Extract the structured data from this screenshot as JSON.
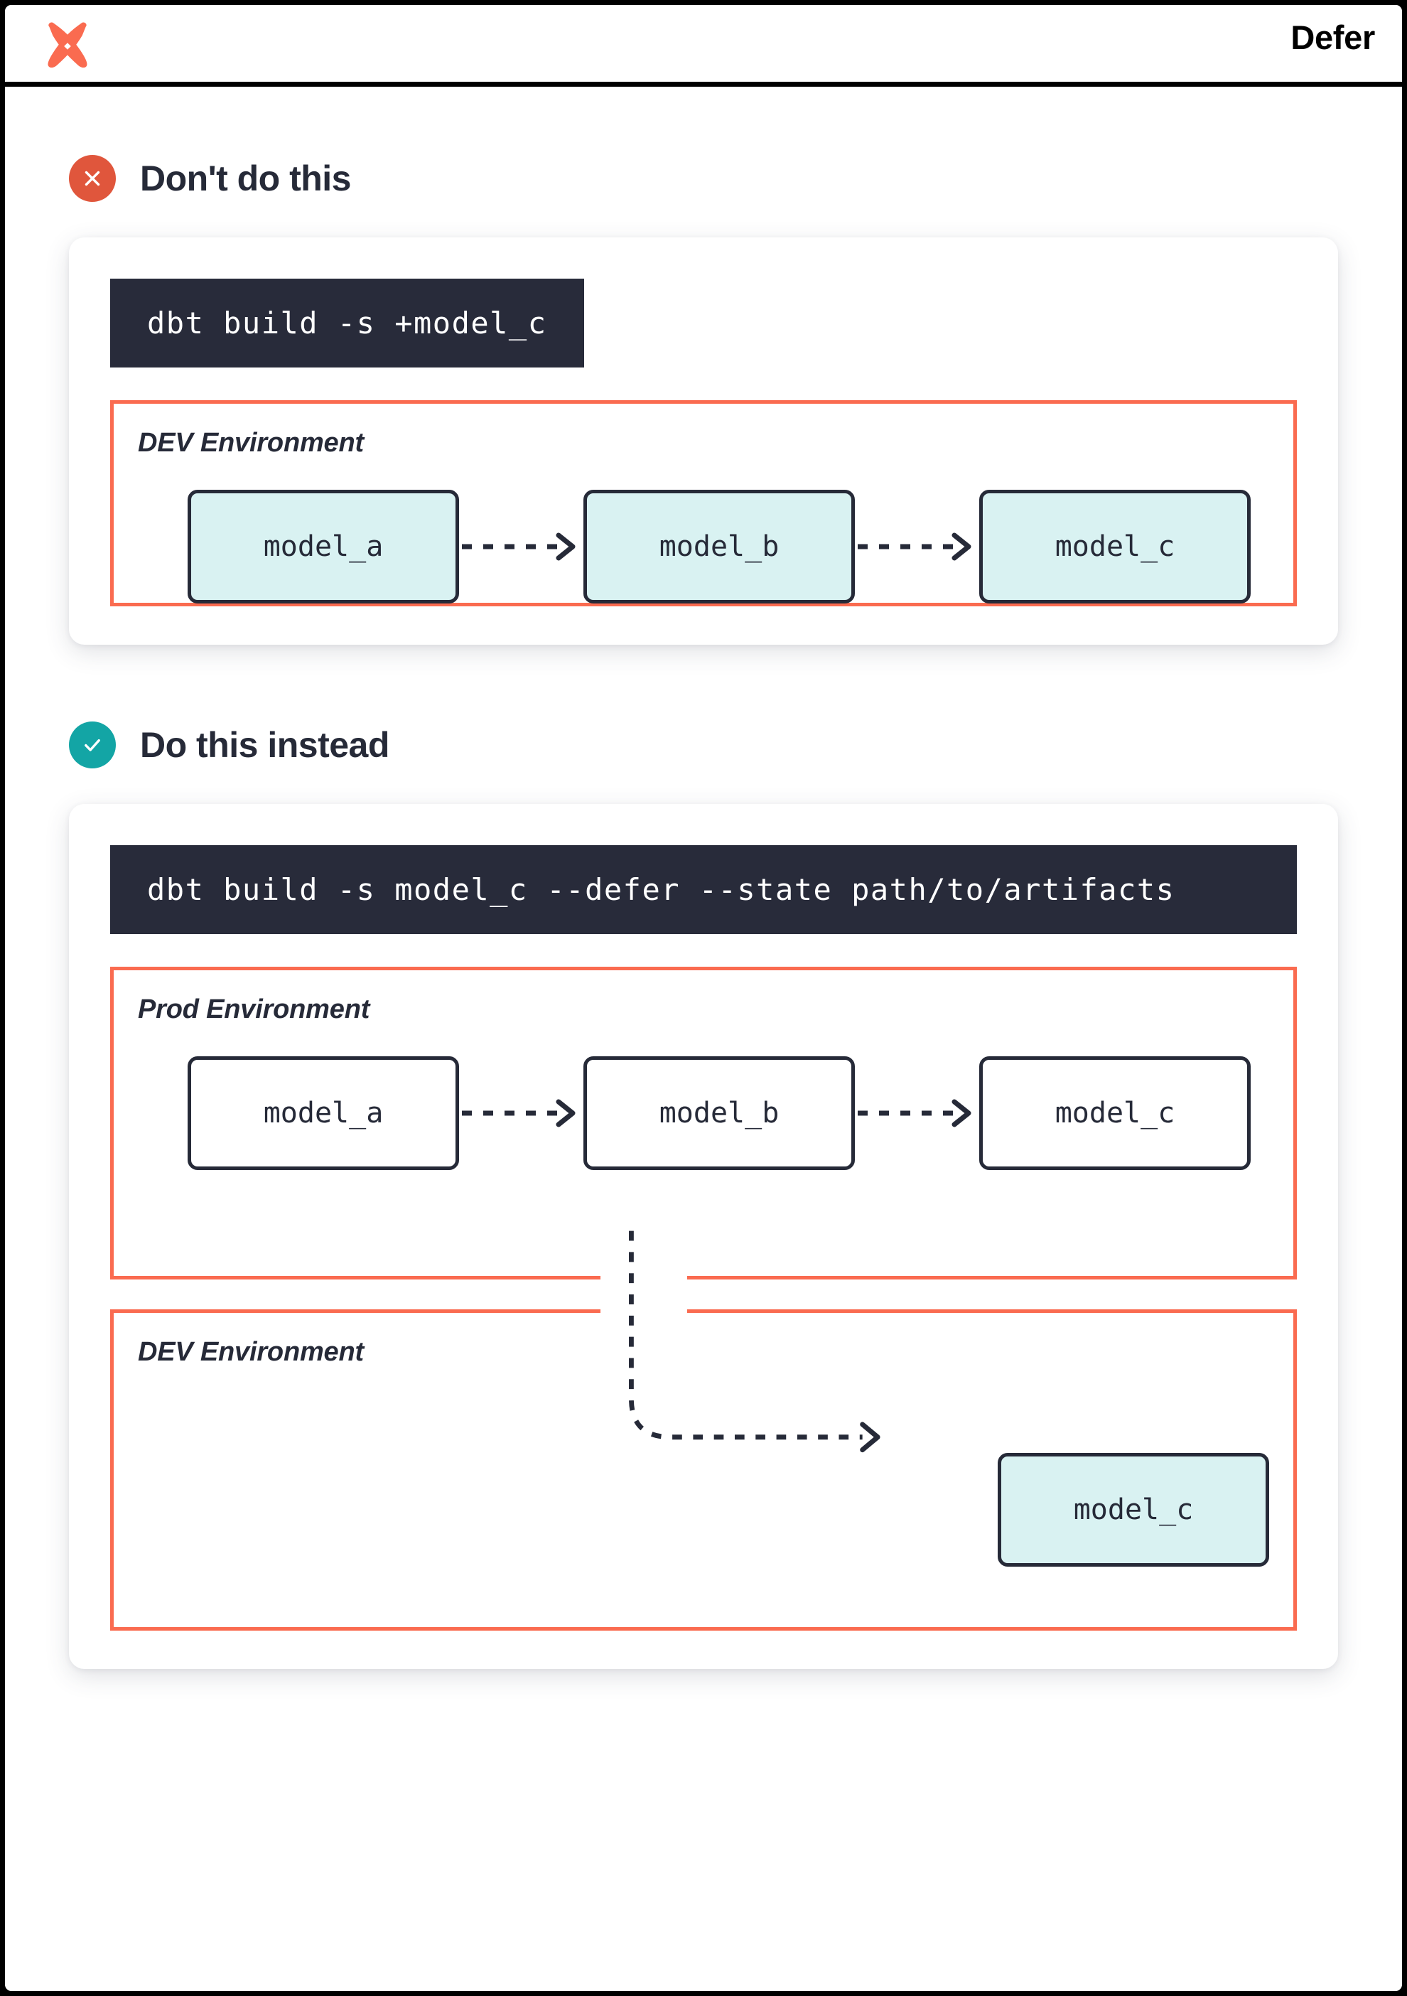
{
  "header": {
    "logo_icon": "dbt-logo-icon",
    "title": "Defer"
  },
  "theme": {
    "orange": "#FA6B50",
    "badge_bad": "#E0563C",
    "badge_good": "#13A5A5",
    "code_bg": "#282B3A",
    "node_border": "#262A38",
    "node_fill_teal": "#D9F2F2",
    "node_fill_white": "#FFFFFF",
    "text_dark": "#262A38"
  },
  "sections": [
    {
      "id": "dont",
      "badge_icon": "x-circle-icon",
      "badge_kind": "bad",
      "title": "Don't do this",
      "command": "dbt build -s +model_c",
      "environments": [
        {
          "id": "dev-bad",
          "label": "DEV Environment",
          "nodes": [
            {
              "label": "model_a",
              "fill": "teal"
            },
            {
              "label": "model_b",
              "fill": "teal"
            },
            {
              "label": "model_c",
              "fill": "teal"
            }
          ]
        }
      ]
    },
    {
      "id": "do",
      "badge_icon": "check-circle-icon",
      "badge_kind": "good",
      "title": "Do this instead",
      "command": "dbt build -s model_c --defer --state path/to/artifacts",
      "environments": [
        {
          "id": "prod",
          "label": "Prod Environment",
          "nodes": [
            {
              "label": "model_a",
              "fill": "white"
            },
            {
              "label": "model_b",
              "fill": "white"
            },
            {
              "label": "model_c",
              "fill": "white"
            }
          ]
        },
        {
          "id": "dev-good",
          "label": "DEV Environment",
          "nodes": [
            {
              "label": "model_c",
              "fill": "teal"
            }
          ]
        }
      ]
    }
  ]
}
